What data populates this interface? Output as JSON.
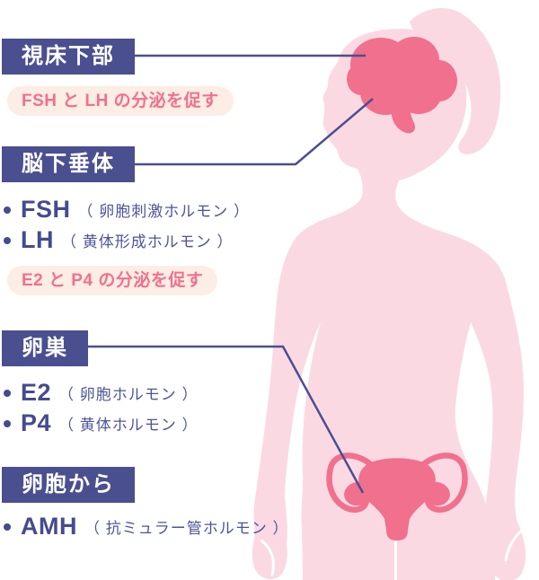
{
  "colors": {
    "navy": "#4A4F90",
    "pink_text": "#F1708F",
    "pill_bg": "#FCEDE5",
    "body_pink": "#FBD9E3",
    "organ_pink": "#F0708E"
  },
  "sections": {
    "hypothalamus": {
      "label": "視床下部",
      "note": "FSH と LH の分泌を促す"
    },
    "pituitary": {
      "label": "脳下垂体",
      "hormones": [
        {
          "abbr": "FSH",
          "desc": "（ 卵胞刺激ホルモン ）"
        },
        {
          "abbr": "LH",
          "desc": "（ 黄体形成ホルモン ）"
        }
      ],
      "note": "E2 と P4 の分泌を促す"
    },
    "ovary": {
      "label": "卵巣",
      "hormones": [
        {
          "abbr": "E2",
          "desc": "（ 卵胞ホルモン ）"
        },
        {
          "abbr": "P4",
          "desc": "（ 黄体ホルモン ）"
        }
      ]
    },
    "follicle": {
      "label": "卵胞から",
      "hormones": [
        {
          "abbr": "AMH",
          "desc": "（ 抗ミュラー管ホルモン ）"
        }
      ]
    }
  },
  "illustration": {
    "figure": "female-body-silhouette",
    "organs": [
      "brain",
      "uterus-and-ovaries"
    ],
    "connectors": [
      "hypothalamus-to-brain",
      "pituitary-to-brain-base",
      "ovary-label-to-ovary"
    ]
  }
}
